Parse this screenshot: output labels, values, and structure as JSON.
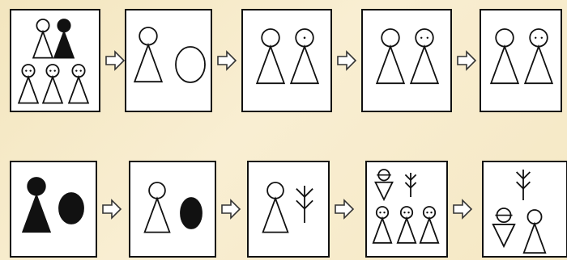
{
  "colors": {
    "background": "#f6ebc9",
    "panel_fill": "#ffffff",
    "ink": "#111111"
  },
  "rows": [
    {
      "panels": [
        {
          "content": [
            "figure-hollow",
            "figure-filled",
            "figure-hollow-dots",
            "figure-hollow-dots",
            "figure-hollow-dots"
          ]
        },
        {
          "content": [
            "figure-hollow",
            "circle-hollow"
          ]
        },
        {
          "content": [
            "figure-hollow",
            "figure-hollow-dot"
          ]
        },
        {
          "content": [
            "figure-hollow",
            "figure-hollow-dots"
          ]
        },
        {
          "content": [
            "figure-hollow",
            "figure-hollow-dots"
          ]
        }
      ]
    },
    {
      "panels": [
        {
          "content": [
            "figure-filled",
            "circle-filled"
          ]
        },
        {
          "content": [
            "figure-hollow",
            "circle-filled"
          ]
        },
        {
          "content": [
            "figure-hollow",
            "plant-symbol"
          ]
        },
        {
          "content": [
            "figure-inverted",
            "plant-symbol",
            "figure-hollow-dots",
            "figure-hollow-dots",
            "figure-hollow-dots"
          ]
        },
        {
          "content": [
            "plant-symbol",
            "figure-inverted",
            "figure-hollow"
          ]
        }
      ]
    }
  ],
  "arrow_icon": "right-hollow-arrow-icon"
}
